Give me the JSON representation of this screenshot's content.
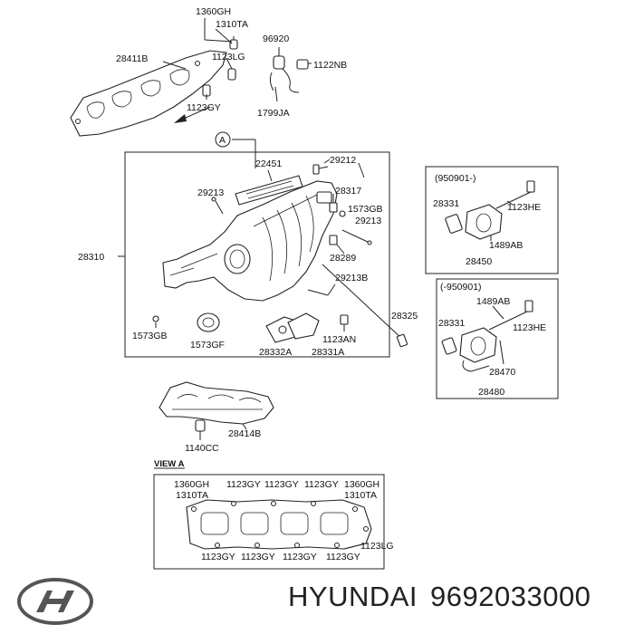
{
  "callouts": {
    "c1360gh_top": "1360GH",
    "c1310ta_top": "1310TA",
    "c96920": "96920",
    "c28411b": "28411B",
    "c1123lg_top": "1123LG",
    "c1122nb": "1122NB",
    "c1123gy_top": "1123GY",
    "c1799ja": "1799JA",
    "view_marker": "A",
    "c22451": "22451",
    "c29212": "29212",
    "c29213_left": "29213",
    "c28317": "28317",
    "c1573gb_right": "1573GB",
    "c29213_right": "29213",
    "c28310": "28310",
    "c28289": "28289",
    "c29213b": "29213B",
    "c28325": "28325",
    "c1573gb_left": "1573GB",
    "c1573gf": "1573GF",
    "c1123an": "1123AN",
    "c28332a": "28332A",
    "c28331a": "28331A",
    "c28414b": "28414B",
    "c1140cc": "1140CC"
  },
  "inset_top": {
    "date": "(950901-)",
    "c28331": "28331",
    "c1123he": "1123HE",
    "c1489ab": "1489AB",
    "c28450": "28450"
  },
  "inset_bottom": {
    "date": "(-950901)",
    "c1489ab": "1489AB",
    "c28331": "28331",
    "c1123he": "1123HE",
    "c28470": "28470",
    "c28480": "28480"
  },
  "view_a": {
    "title": "VIEW A",
    "top_1360gh_left": "1360GH",
    "top_1310ta_left": "1310TA",
    "top_1123gy_1": "1123GY",
    "top_1123gy_2": "1123GY",
    "top_1123gy_3": "1123GY",
    "top_1360gh_right": "1360GH",
    "top_1310ta_right": "1310TA",
    "bottom_1123gy_1": "1123GY",
    "bottom_1123gy_2": "1123GY",
    "bottom_1123gy_3": "1123GY",
    "bottom_1123gy_4": "1123GY",
    "c1123lg": "1123LG"
  },
  "branding": {
    "brand": "HYUNDAI",
    "part_number": "9692033000",
    "logo_icon": "hyundai-logo-icon"
  }
}
